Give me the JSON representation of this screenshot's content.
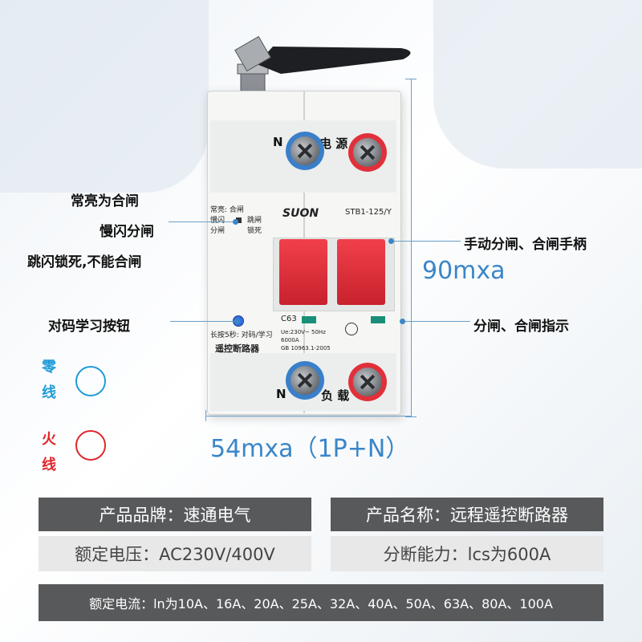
{
  "callouts": {
    "steady_on": "常亮为合闸",
    "slow_blink": "慢闪分闸",
    "fast_blink": "跳闪锁死,不能合闸",
    "pair_button": "对码学习按钮",
    "manual_handle": "手动分闸、合闸手柄",
    "indicator": "分闸、合闸指示"
  },
  "dimensions": {
    "height": "90mxa",
    "width": "54mxa（1P+N）"
  },
  "legend": {
    "neutral_1": "零",
    "neutral_2": "线",
    "live_1": "火",
    "live_2": "线",
    "neutral_color": "#1e9bd7",
    "live_color": "#e0252c"
  },
  "breaker": {
    "top_n": "N",
    "top_label": "电  源",
    "status_1": "常亮: 合闸",
    "status_2a": "慢闪",
    "status_2b": "跳闸",
    "status_3a": "分闸",
    "status_3b": "锁死",
    "logo": "SUON",
    "model": "STB1-125/Y",
    "rating": "C63",
    "spec_1": "Ue:230V~ 50Hz",
    "spec_2": "6000A",
    "spec_3": "GB 10963.1-2005",
    "press_note": "长按5秒: 对码/学习",
    "device_name": "遥控断路器",
    "bottom_n": "N",
    "bottom_label": "负  载"
  },
  "specs": {
    "brand": "产品品牌：速通电气",
    "product_name": "产品名称：远程遥控断路器",
    "voltage": "额定电压：AC230V/400V",
    "breaking": "分断能力：lcs为600A",
    "current": "额定电流：ln为10A、16A、20A、25A、32A、40A、50A、63A、80A、100A"
  },
  "colors": {
    "accent_blue": "#3a86c8",
    "table_dark": "#58595b",
    "table_light": "#e8e8e8",
    "handle_red": "#e1303a"
  }
}
